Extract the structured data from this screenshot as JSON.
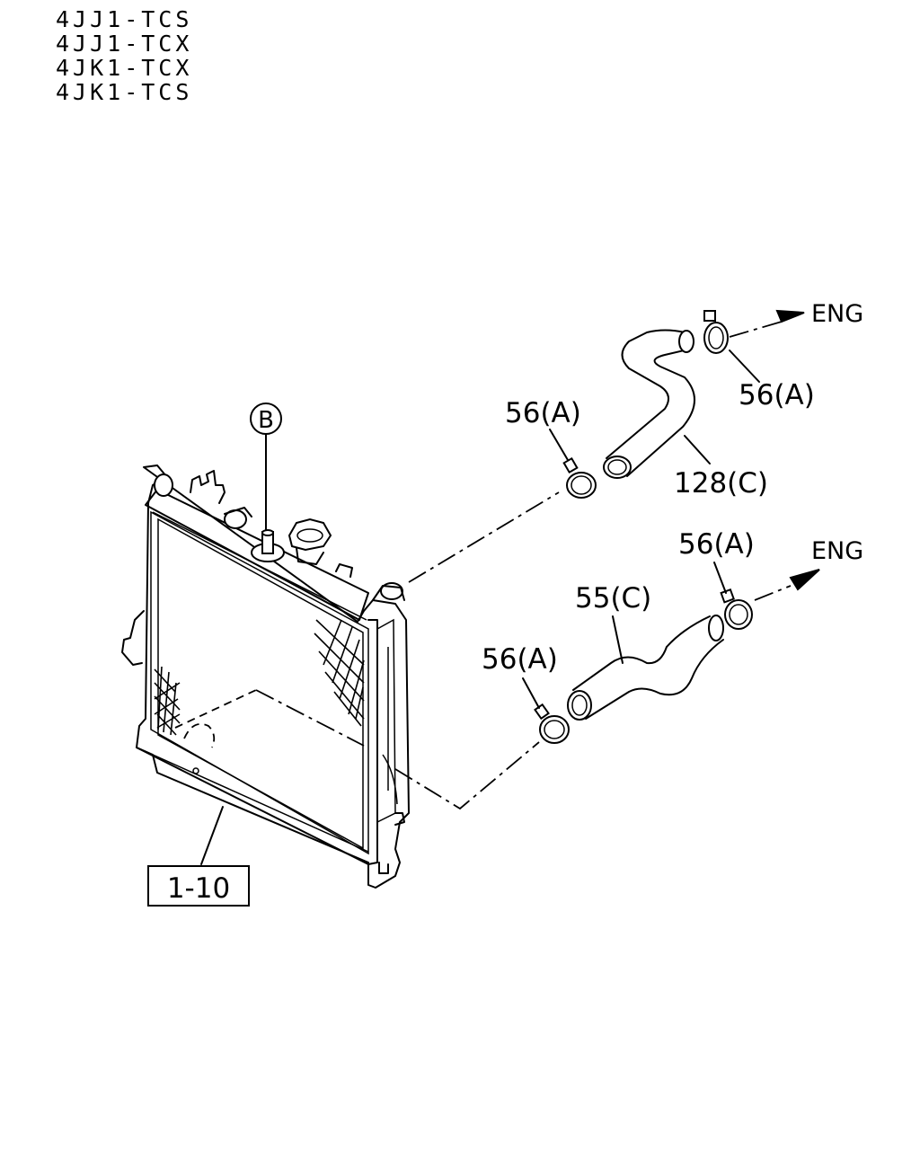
{
  "engine_codes": [
    "4JJ1-TCS",
    "4JJ1-TCX",
    "4JK1-TCX",
    "4JK1-TCS"
  ],
  "callouts": {
    "clamp_upper_left": "56(A)",
    "clamp_upper_right": "56(A)",
    "upper_hose": "128(C)",
    "clamp_lower_right": "56(A)",
    "lower_hose": "55(C)",
    "clamp_lower_left": "56(A)",
    "radiator_ref": "1-10",
    "bolt_ref": "B"
  },
  "arrows": {
    "upper_engine": "ENG",
    "lower_engine": "ENG"
  }
}
